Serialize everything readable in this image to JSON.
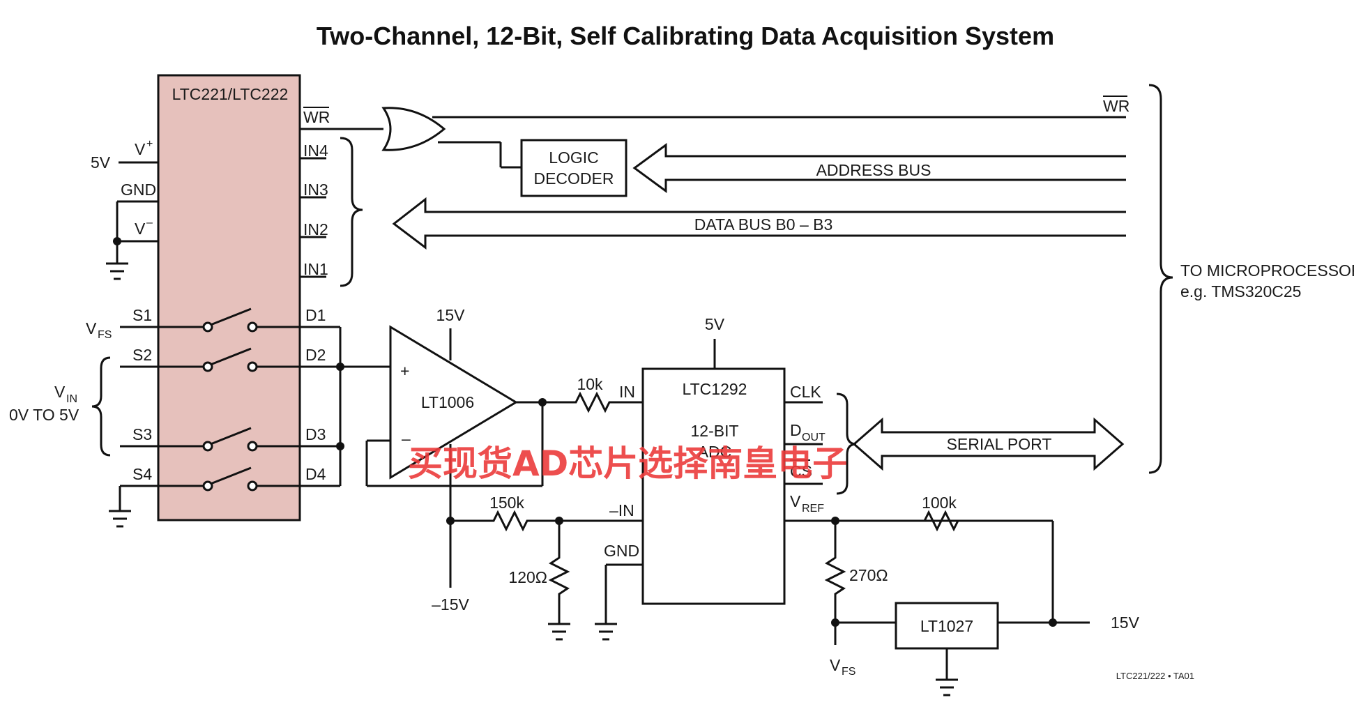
{
  "title": "Two-Channel, 12-Bit, Self Calibrating Data Acquisition System",
  "mux": {
    "name": "LTC221/LTC222",
    "pin_wr": "WR",
    "pins_right": [
      "IN4",
      "IN3",
      "IN2",
      "IN1"
    ],
    "pins_left": [
      "V",
      "GND",
      "V"
    ],
    "supply_5v": "5V",
    "switch_left": [
      "S1",
      "S2",
      "S3",
      "S4"
    ],
    "switch_right": [
      "D1",
      "D2",
      "D3",
      "D4"
    ]
  },
  "bus": {
    "wr": "WR",
    "decoder_line1": "LOGIC",
    "decoder_line2": "DECODER",
    "address": "ADDRESS BUS",
    "data": "DATA BUS B0 – B3",
    "to_micro_line1": "TO MICROPROCESSOR",
    "to_micro_line2": "e.g. TMS320C25"
  },
  "inputs": {
    "vfs": "V",
    "vfs_sub": "FS",
    "vin": "V",
    "vin_sub": "IN",
    "vin_range": "0V TO 5V"
  },
  "opamp": {
    "name": "LT1006",
    "plus": "+",
    "minus": "–",
    "vpos": "15V",
    "vneg": "–15V"
  },
  "adc": {
    "name": "LTC1292",
    "line2": "12-BIT",
    "line3": "ADC",
    "vcc": "5V",
    "pin_in": "IN",
    "pin_min": "–IN",
    "pin_gnd": "GND",
    "pin_clk": "CLK",
    "pin_dout": "D",
    "pin_dout_sub": "OUT",
    "pin_cs": "CS",
    "pin_vref": "V",
    "pin_vref_sub": "REF"
  },
  "serial": "SERIAL PORT",
  "resistors": {
    "r10k": "10k",
    "r150k": "150k",
    "r120": "120Ω",
    "r100k": "100k",
    "r270": "270Ω"
  },
  "reference": {
    "name": "LT1027",
    "supply": "15V",
    "vfs": "V",
    "vfs_sub": "FS"
  },
  "footer_code": "LTC221/222 • TA01",
  "watermark": "买现货AD芯片选择南皇电子",
  "colors": {
    "mux_fill": "#e6c1bc",
    "watermark": "#ec3b3b"
  }
}
